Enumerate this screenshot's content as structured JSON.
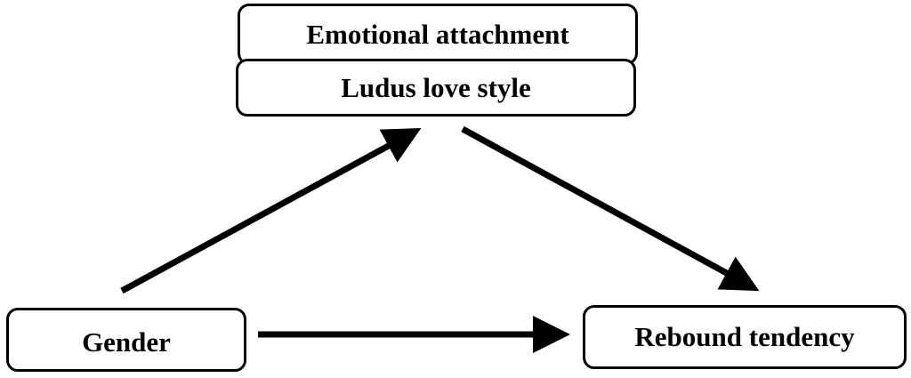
{
  "nodes": {
    "emotional_attachment": "Emotional attachment",
    "ludus_love_style": "Ludus love style",
    "gender": "Gender",
    "rebound_tendency": "Rebound tendency"
  },
  "edges": [
    {
      "from": "gender",
      "to": "mediators"
    },
    {
      "from": "mediators",
      "to": "rebound_tendency"
    },
    {
      "from": "gender",
      "to": "rebound_tendency"
    }
  ],
  "colors": {
    "stroke": "#000000",
    "background": "#ffffff"
  }
}
